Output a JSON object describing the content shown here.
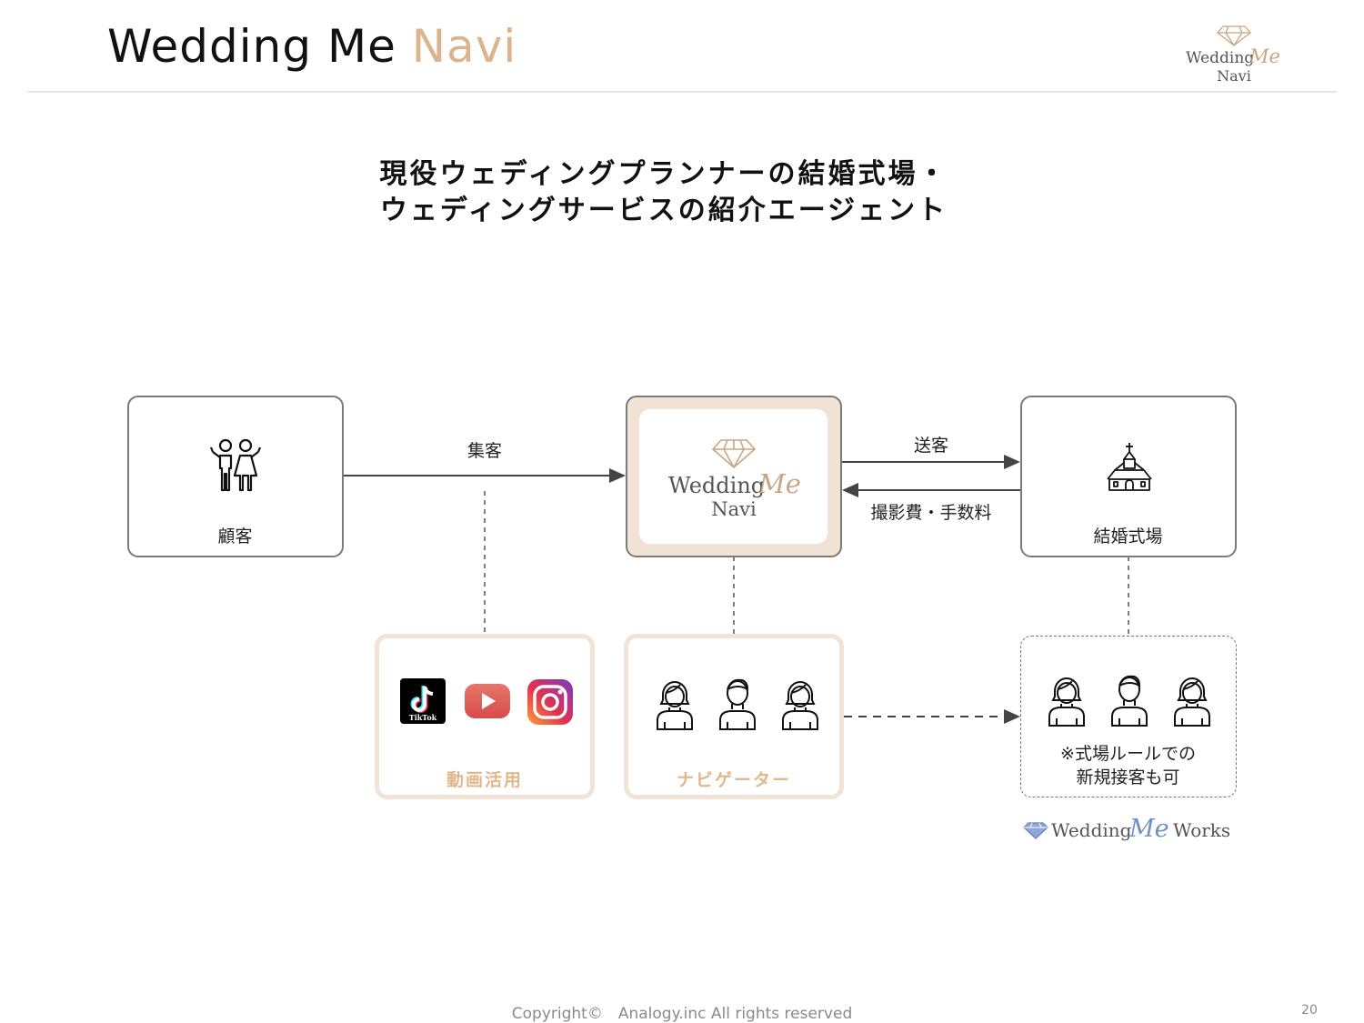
{
  "header": {
    "title_main": "Wedding Me",
    "title_accent": "Navi",
    "logo_line1": "Wedding",
    "logo_me": "Me",
    "logo_line2": "Navi"
  },
  "headline": {
    "line1": "現役ウェディングプランナーの結婚式場・",
    "line2": "ウェディングサービスの紹介エージェント"
  },
  "diagram": {
    "customer_label": "顧客",
    "venue_label": "結婚式場",
    "center_logo_line1": "Wedding",
    "center_logo_me": "Me",
    "center_logo_line2": "Navi",
    "edge_attract": "集客",
    "edge_send": "送客",
    "edge_fees": "撮影費・手数料",
    "video_label": "動画活用",
    "navigator_label": "ナビゲーター",
    "venue_note_line1": "※式場ルールでの",
    "venue_note_line2": "新規接客も可",
    "works_logo_wedding": "Wedding",
    "works_logo_me": "Me",
    "works_logo_works": "Works",
    "tiktok_text": "TikTok"
  },
  "colors": {
    "accent": "#d9b48c",
    "beige_border": "#f1e3d6",
    "box_border": "#7a7a7a",
    "youtube_red": "#e05a5a",
    "works_blue": "#6f8fc8"
  },
  "footer": {
    "copyright": "Copyright©　Analogy.inc  All rights reserved",
    "page": "20"
  }
}
